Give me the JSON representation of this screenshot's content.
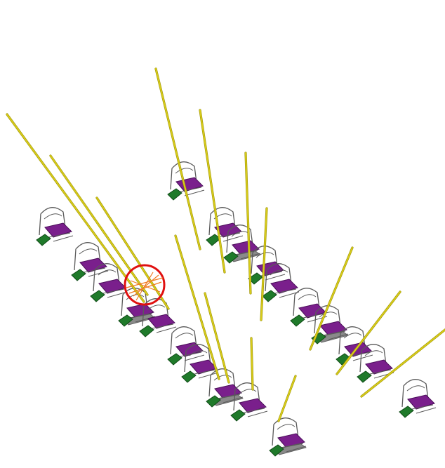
{
  "scene": {
    "background": "#ffffff",
    "colors": {
      "beam": "#d8cc1a",
      "beam_edge": "#9c9200",
      "seat": "#7a1f8c",
      "seat_dark": "#4b0f5a",
      "base": "#1f7a2a",
      "frame": "#5a5a5a",
      "gray_part": "#8a8a8a",
      "selection_ring": "#e01010",
      "selection_lines": "#f07a20"
    },
    "icons": [
      "station-unit",
      "yellow-beam",
      "selection-marker"
    ]
  }
}
